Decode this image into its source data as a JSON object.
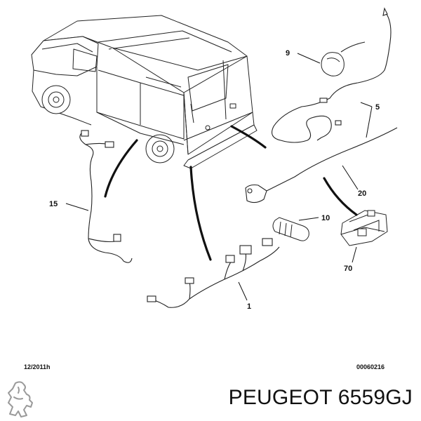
{
  "callouts": {
    "c9": "9",
    "c5": "5",
    "c15": "15",
    "c20": "20",
    "c10": "10",
    "c70": "70",
    "c1": "1"
  },
  "footer": {
    "date_code": "12/2011h",
    "ref_code": "00060216"
  },
  "caption": "PEUGEOT 6559GJ",
  "logo_icon": "peugeot-lion-icon"
}
